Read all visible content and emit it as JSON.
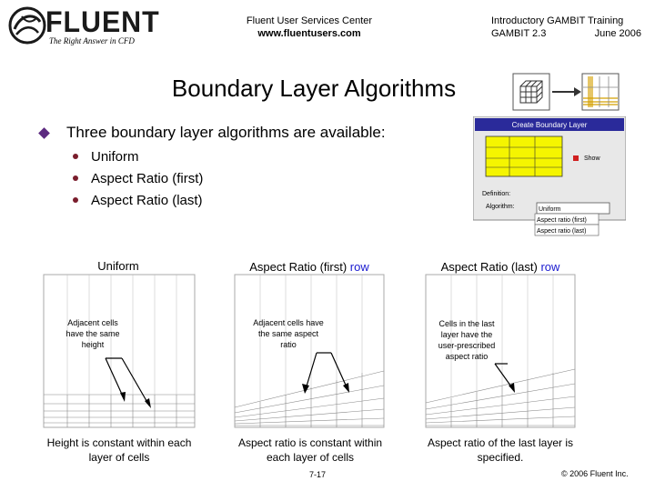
{
  "header": {
    "logo_text": "FLUENT",
    "logo_tagline": "The Right Answer in CFD",
    "center_line1": "Fluent User Services Center",
    "center_line2": "www.fluentusers.com",
    "right_line1": "Introductory GAMBIT Training",
    "right_product": "GAMBIT 2.3",
    "right_date": "June 2006"
  },
  "title": "Boundary Layer Algorithms",
  "main_bullet": "Three boundary layer algorithms are available:",
  "sub_bullets": [
    "Uniform",
    "Aspect Ratio (first)",
    "Aspect Ratio (last)"
  ],
  "dialog": {
    "title": "Create Boundary Layer",
    "show_label": "Show",
    "definition_label": "Definition:",
    "algorithm_label": "Algorithm:",
    "options": [
      "Uniform",
      "Aspect ratio (first)",
      "Aspect ratio (last)"
    ]
  },
  "columns": [
    {
      "label": "Uniform",
      "label_suffix": "",
      "note": "Adjacent cells have the same height",
      "caption": "Height is constant within each layer of cells"
    },
    {
      "label": "Aspect Ratio (first)",
      "label_suffix": "row",
      "note": "Adjacent cells have the same aspect ratio",
      "caption": "Aspect ratio is constant within each layer of cells"
    },
    {
      "label": "Aspect Ratio (last)",
      "label_suffix": "row",
      "note": "Cells in the last layer have the user-prescribed aspect ratio",
      "caption": "Aspect ratio of the last layer is specified."
    }
  ],
  "footer": {
    "page": "7-17",
    "copyright": "© 2006 Fluent Inc."
  },
  "colors": {
    "bullet_diamond": "#5c2a80",
    "bullet_dot": "#7a1d2c",
    "row_text": "#1a1ad0",
    "dialog_title_bar": "#2a2a9a",
    "dialog_yellow": "#f5f500"
  }
}
